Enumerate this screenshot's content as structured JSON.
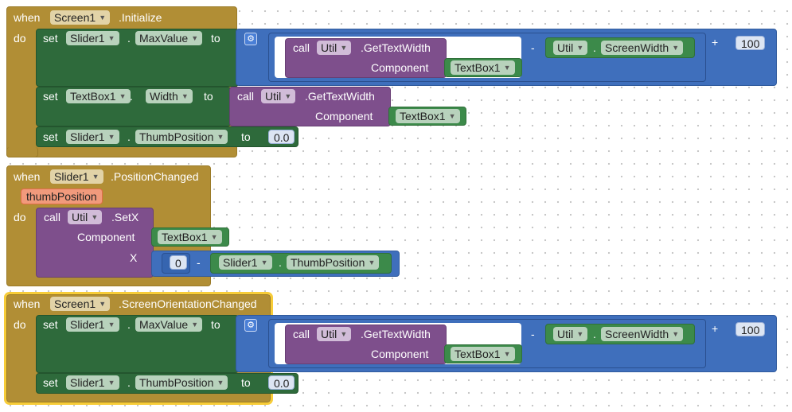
{
  "keywords": {
    "when": "when",
    "do": "do",
    "set": "set",
    "to": "to",
    "call": "call",
    "component": "Component",
    "x_param": "X",
    "dot": "."
  },
  "operators": {
    "minus": "-",
    "plus": "+"
  },
  "event1": {
    "component": "Screen1",
    "event": ".Initialize",
    "stmt1": {
      "component": "Slider1",
      "property": "MaxValue",
      "call_component": "Util",
      "call_method": ".GetTextWidth",
      "arg_component": "TextBox1",
      "screen_component": "Util",
      "screen_property": "ScreenWidth",
      "add_value": "100"
    },
    "stmt2": {
      "component": "TextBox1",
      "property": "Width",
      "call_component": "Util",
      "call_method": ".GetTextWidth",
      "arg_component": "TextBox1"
    },
    "stmt3": {
      "component": "Slider1",
      "property": "ThumbPosition",
      "value": "0.0"
    }
  },
  "event2": {
    "component": "Slider1",
    "event": ".PositionChanged",
    "param": "thumbPosition",
    "call_component": "Util",
    "call_method": ".SetX",
    "arg_component": "TextBox1",
    "x_number": "0",
    "x_component": "Slider1",
    "x_property": "ThumbPosition"
  },
  "event3": {
    "component": "Screen1",
    "event": ".ScreenOrientationChanged",
    "stmt1": {
      "component": "Slider1",
      "property": "MaxValue",
      "call_component": "Util",
      "call_method": ".GetTextWidth",
      "arg_component": "TextBox1",
      "screen_component": "Util",
      "screen_property": "ScreenWidth",
      "add_value": "100"
    },
    "stmt2": {
      "component": "Slider1",
      "property": "ThumbPosition",
      "value": "0.0"
    }
  },
  "colors": {
    "event": "#b18e35",
    "setter": "#2e6a3b",
    "method": "#7e4f8c",
    "math": "#3f6fbc",
    "component": "#3c8a4a",
    "selection": "#f7cc38"
  },
  "icons": {
    "dropdown": "triangle-down-icon",
    "mutator": "gear-icon"
  }
}
